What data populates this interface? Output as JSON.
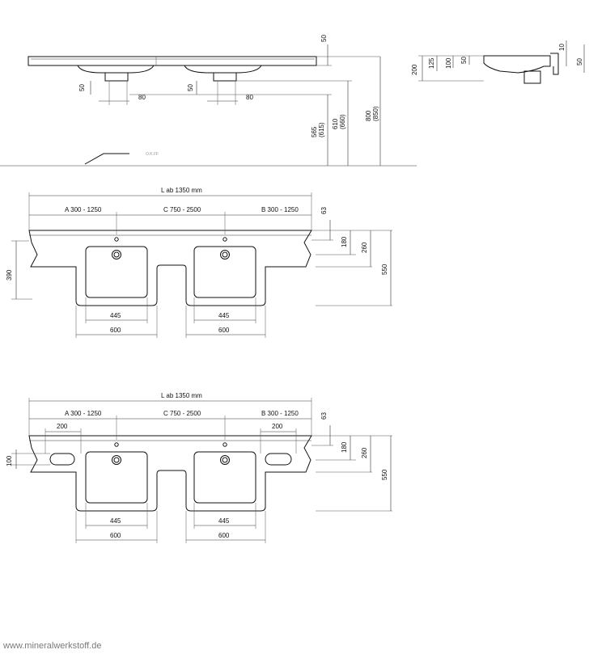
{
  "top_view": {
    "dim_50_top": "50",
    "dim_50_left": "50",
    "dim_80_left": "80",
    "dim_50_mid": "50",
    "dim_80_mid": "80",
    "dim_565": "565",
    "dim_615": "(615)",
    "dim_610": "610",
    "dim_660": "(660)",
    "dim_800": "800",
    "dim_850": "(850)",
    "okff": "O.K.FF"
  },
  "side_view": {
    "dim_200": "200",
    "dim_125": "125",
    "dim_100": "100",
    "dim_50": "50",
    "dim_10": "10",
    "dim_50_right": "50"
  },
  "plan1": {
    "total": "L ab 1350 mm",
    "a": "A 300 - 1250",
    "c": "C 750 - 2500",
    "b": "B 300 - 1250",
    "d63": "63",
    "d180": "180",
    "d260": "260",
    "d550": "550",
    "d390": "390",
    "basin_left_inner": "445",
    "basin_left_outer": "600",
    "basin_right_inner": "445",
    "basin_right_outer": "600"
  },
  "plan2": {
    "total": "L ab 1350 mm",
    "a": "A 300 - 1250",
    "c": "C 750 - 2500",
    "b": "B 300 - 1250",
    "d63": "63",
    "d200_left": "200",
    "d200_right": "200",
    "d100": "100",
    "d180": "180",
    "d260": "260",
    "d550": "550",
    "basin_left_inner": "445",
    "basin_left_outer": "600",
    "basin_right_inner": "445",
    "basin_right_outer": "600"
  },
  "watermark": "www.mineralwerkstoff.de"
}
